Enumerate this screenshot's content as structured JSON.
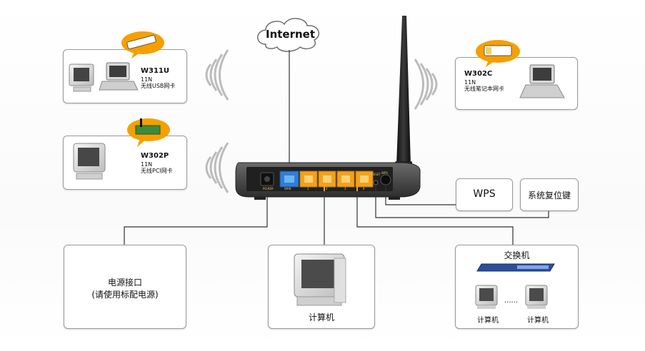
{
  "internet": {
    "label": "Internet"
  },
  "cards": {
    "w311u": {
      "title": "W311U",
      "line1": "11N",
      "line2": "无线USB网卡"
    },
    "w302p": {
      "title": "W302P",
      "line1": "11N",
      "line2": "无线PCI网卡"
    },
    "w302c": {
      "title": "W302C",
      "line1": "11N",
      "line2": "无线笔记本网卡"
    }
  },
  "router": {
    "port_labels": [
      "POWER",
      "WAN",
      "1",
      "2",
      "3",
      "4",
      "RESET",
      "WPS"
    ]
  },
  "boxes": {
    "wps": "WPS",
    "reset": "系统复位键",
    "power_line1": "电源接口",
    "power_line2": "(请使用标配电源)",
    "computer": "计算机",
    "switch_title": "交换机",
    "switch_pc_left": "计算机",
    "switch_pc_right": "计算机",
    "switch_dots": "......"
  },
  "colors": {
    "router_body": "#4a4a4a",
    "lan_port": "#f2a21a",
    "wan_port": "#2f7fd8",
    "line": "#333333",
    "badge": "#f5a000"
  }
}
